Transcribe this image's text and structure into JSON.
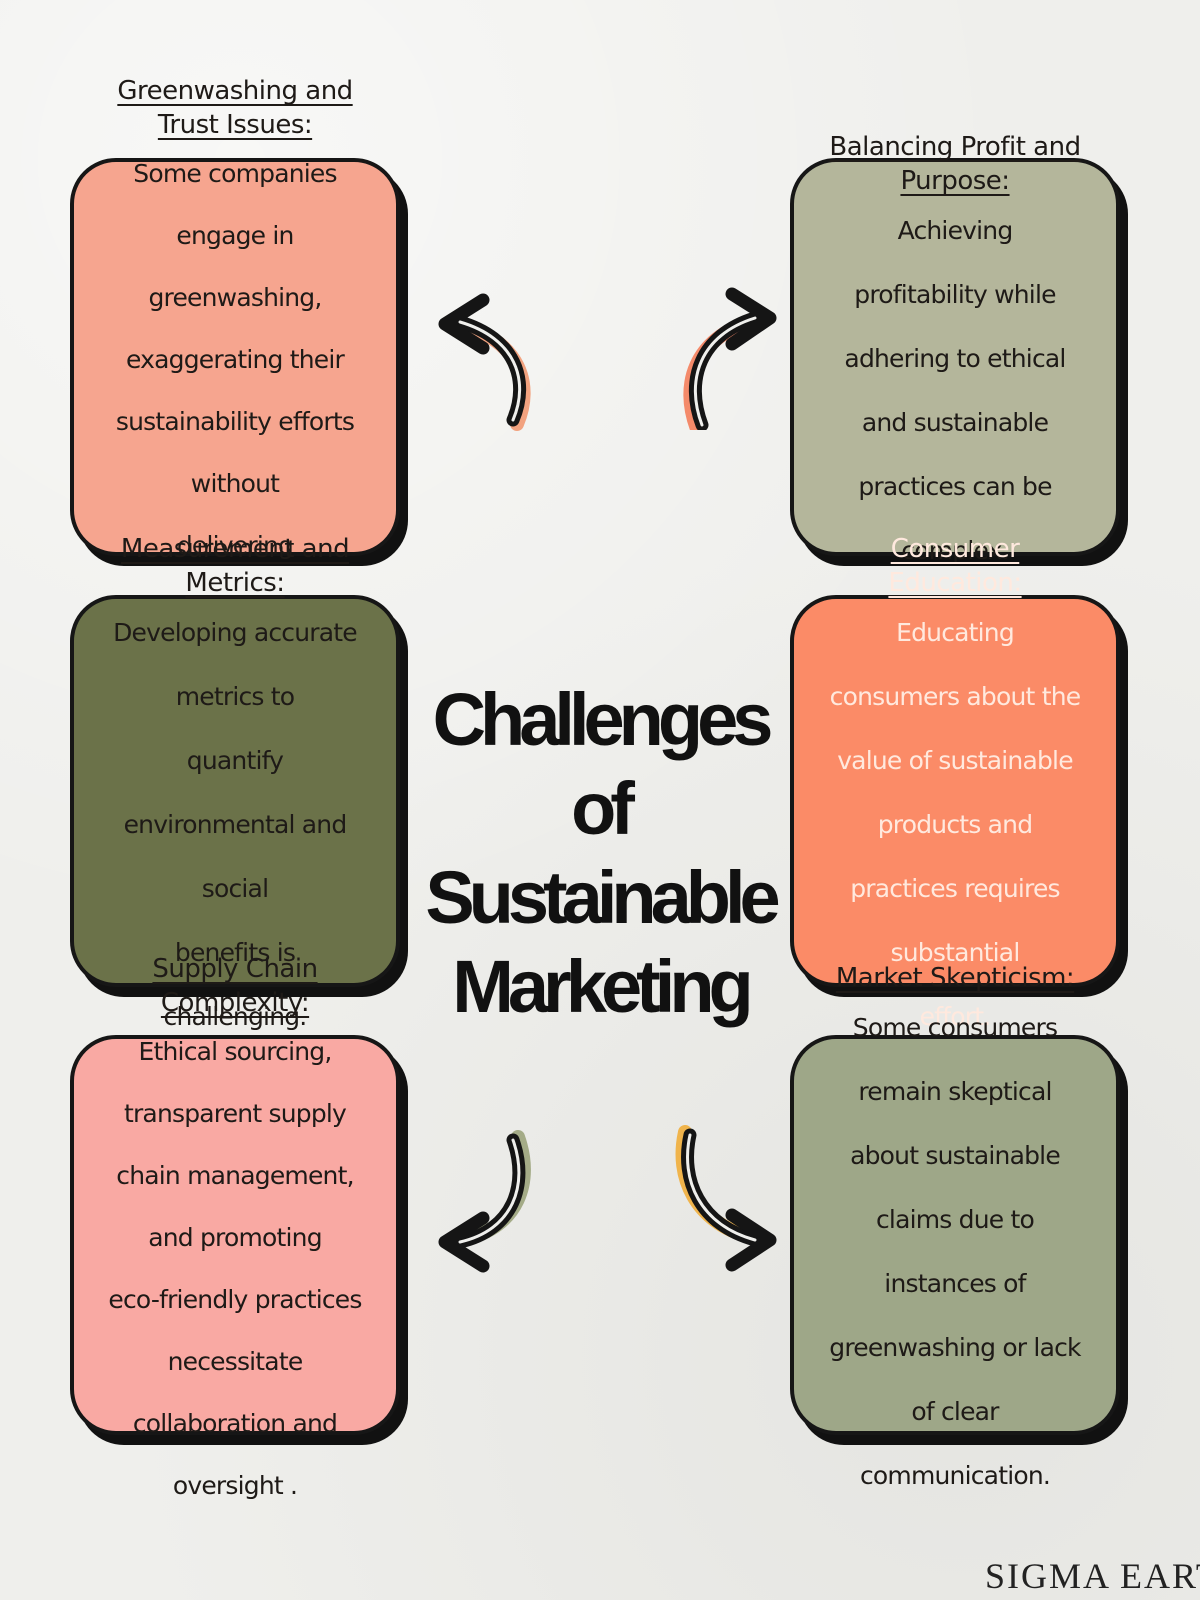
{
  "title": {
    "line1": "Challenges of",
    "line2": "Sustainable",
    "line3": "Marketing"
  },
  "cards": {
    "greenwashing": {
      "heading": "Greenwashing and Trust Issues:",
      "lines": [
        "Some companies engage in",
        "greenwashing, exaggerating their",
        "sustainability efforts without",
        "delivering meaningful change."
      ],
      "color": "#f6a58f"
    },
    "balancing": {
      "heading": "Balancing Profit and Purpose:",
      "lines": [
        "Achieving profitability while",
        "adhering to ethical and sustainable",
        "practices can be complex."
      ],
      "color": "#b4b69b"
    },
    "measurement": {
      "heading": "Measurement and Metrics:",
      "lines": [
        "Developing accurate metrics to",
        "quantify environmental and social",
        "benefits is challenging."
      ],
      "color": "#6b7249"
    },
    "consumer": {
      "heading": "Consumer Education:",
      "lines": [
        "Educating consumers about the",
        "value of sustainable products and",
        "practices requires substantial",
        "effort."
      ],
      "color": "#fb8b67"
    },
    "supply": {
      "heading": "Supply Chain Complexity:",
      "lines": [
        "Ethical sourcing, transparent supply",
        "chain management, and promoting",
        "eco-friendly practices necessitate",
        "collaboration and oversight ."
      ],
      "color": "#f9a9a3"
    },
    "skepticism": {
      "heading": "Market Skepticism:",
      "lines": [
        "Some consumers remain skeptical",
        "about sustainable claims due to",
        "instances of greenwashing or lack",
        "of clear communication."
      ],
      "color": "#9ea788"
    }
  },
  "arrows": {
    "top_left": "curved-arrow-icon",
    "top_right": "curved-arrow-icon",
    "bottom_left": "curved-arrow-icon",
    "bottom_right": "curved-arrow-icon"
  },
  "brand": {
    "text": "SIGMA EARTH"
  }
}
